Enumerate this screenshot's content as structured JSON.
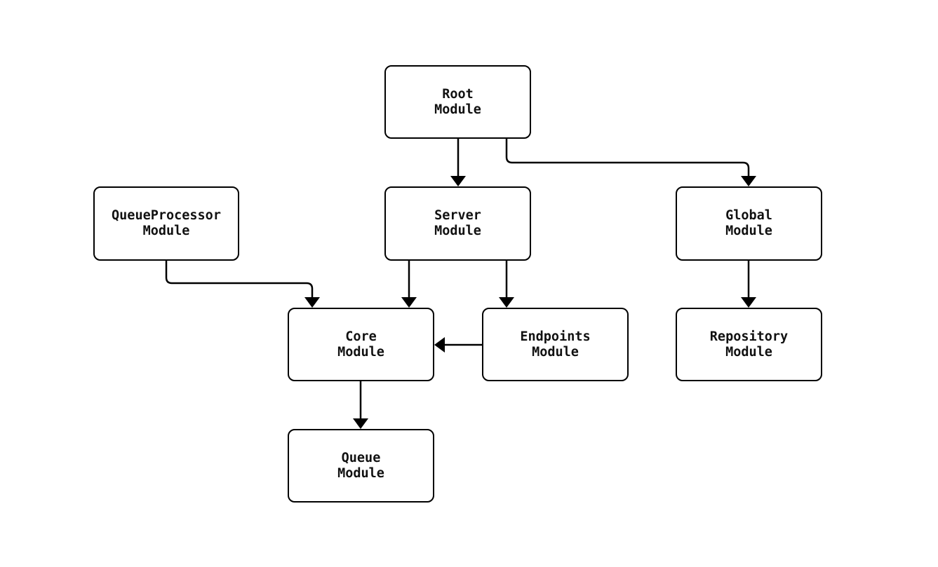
{
  "diagram": {
    "type": "flowchart",
    "direction": "top-down",
    "colors": {
      "background": "#ffffff",
      "node_fill": "#ffffff",
      "node_border": "#000000",
      "edge_stroke": "#000000",
      "text": "#111111"
    },
    "nodes": {
      "root": {
        "line1": "Root",
        "line2": "Module"
      },
      "queueprocessor": {
        "line1": "QueueProcessor",
        "line2": "Module"
      },
      "server": {
        "line1": "Server",
        "line2": "Module"
      },
      "global": {
        "line1": "Global",
        "line2": "Module"
      },
      "core": {
        "line1": "Core",
        "line2": "Module"
      },
      "endpoints": {
        "line1": "Endpoints",
        "line2": "Module"
      },
      "repository": {
        "line1": "Repository",
        "line2": "Module"
      },
      "queue": {
        "line1": "Queue",
        "line2": "Module"
      }
    },
    "edges": [
      {
        "from": "Root Module",
        "to": "Server Module"
      },
      {
        "from": "Root Module",
        "to": "Global Module"
      },
      {
        "from": "QueueProcessor Module",
        "to": "Core Module"
      },
      {
        "from": "Server Module",
        "to": "Core Module"
      },
      {
        "from": "Server Module",
        "to": "Endpoints Module"
      },
      {
        "from": "Endpoints Module",
        "to": "Core Module"
      },
      {
        "from": "Global Module",
        "to": "Repository Module"
      },
      {
        "from": "Core Module",
        "to": "Queue Module"
      }
    ]
  }
}
